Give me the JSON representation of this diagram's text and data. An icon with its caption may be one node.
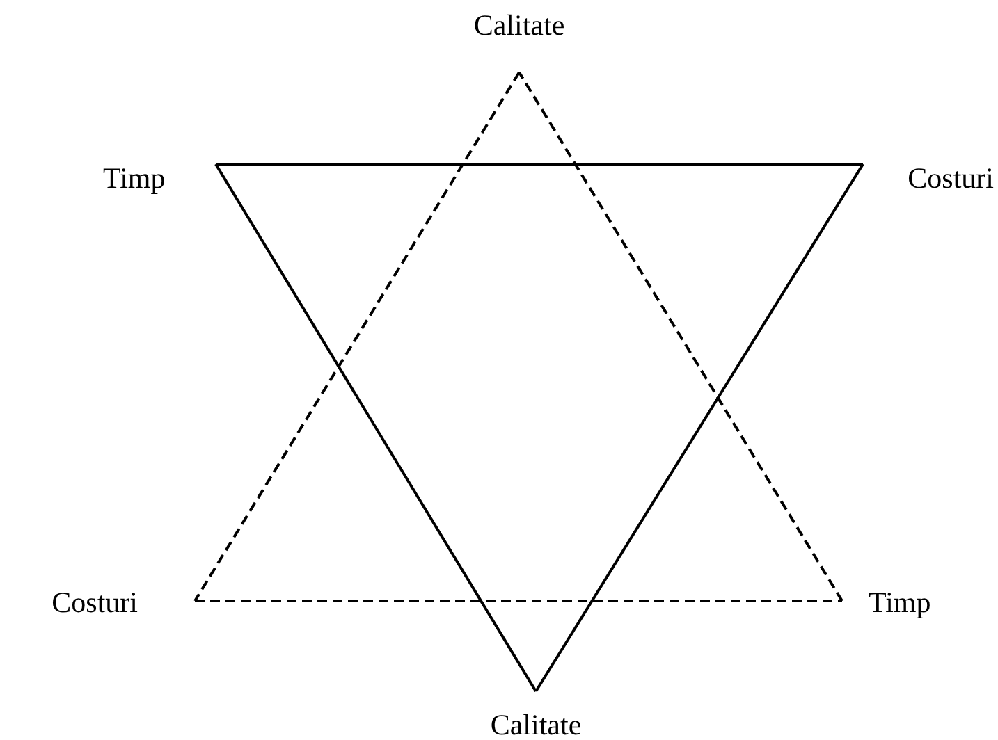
{
  "diagram": {
    "nodes": [
      {
        "text": [
          "Calitate"
        ]
      },
      {
        "text": [
          "Timp"
        ]
      },
      {
        "text": [
          "Costuri"
        ]
      },
      {
        "text": [
          "Costuri"
        ]
      },
      {
        "text": [
          "Timp"
        ]
      },
      {
        "text": [
          "Calitate"
        ]
      }
    ],
    "edges": [
      {
        "from": 1,
        "to": 2,
        "arrow": "none"
      },
      {
        "from": 2,
        "to": 5,
        "arrow": "none"
      },
      {
        "from": 5,
        "to": 1,
        "arrow": "none"
      },
      {
        "from": 0,
        "to": 3,
        "arrow": "none",
        "style": "dashed"
      },
      {
        "from": 3,
        "to": 4,
        "arrow": "none",
        "style": "dashed"
      },
      {
        "from": 4,
        "to": 0,
        "arrow": "none",
        "style": "dashed"
      }
    ]
  }
}
